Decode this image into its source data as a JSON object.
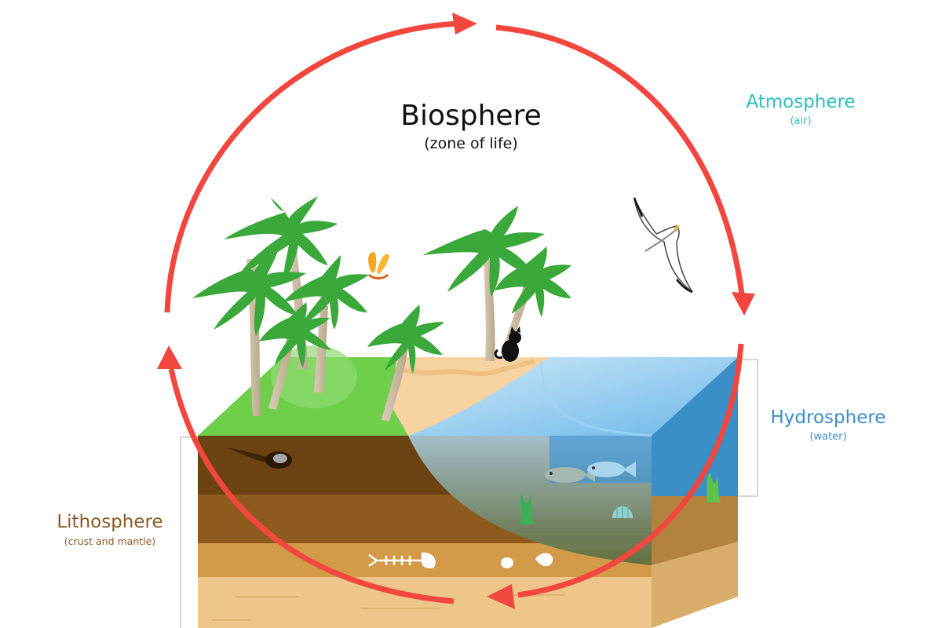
{
  "diagram": {
    "type": "earth-spheres-cycle",
    "labels": {
      "biosphere": {
        "title": "Biosphere",
        "subtitle": "(zone of life)",
        "color": "#111111"
      },
      "atmosphere": {
        "title": "Atmosphere",
        "subtitle": "(air)",
        "color": "#2bbfc0"
      },
      "hydrosphere": {
        "title": "Hydrosphere",
        "subtitle": "(water)",
        "color": "#3b8ec8"
      },
      "lithosphere": {
        "title": "Lithosphere",
        "subtitle": "(crust and mantle)",
        "color": "#8a5a26"
      }
    },
    "cycle": {
      "arrow_color": "#f2473f",
      "arrows": [
        {
          "from": "lithosphere",
          "to": "biosphere",
          "direction": "up-left-to-top"
        },
        {
          "from": "biosphere",
          "to": "atmosphere",
          "direction": "top-to-right"
        },
        {
          "from": "atmosphere",
          "to": "hydrosphere",
          "direction": "right-down-to-bottom"
        },
        {
          "from": "hydrosphere",
          "to": "lithosphere",
          "direction": "bottom-to-left"
        }
      ]
    },
    "illustrations": [
      "palm-trees",
      "butterfly",
      "seagull",
      "black-cat",
      "fish",
      "seashell",
      "sea-plants",
      "fish-skeleton-fossil",
      "shell-fossils",
      "burrowing-animal"
    ],
    "colors": {
      "grass": "#6fcf4a",
      "sand": "#f6d3a0",
      "water_surface": "#8cc9ef",
      "water_side": "#3a8fc7",
      "soil_dark": "#6b4211",
      "soil_mid": "#8f5a1e",
      "soil_light": "#d39a4a",
      "bedrock": "#eec58a"
    }
  }
}
